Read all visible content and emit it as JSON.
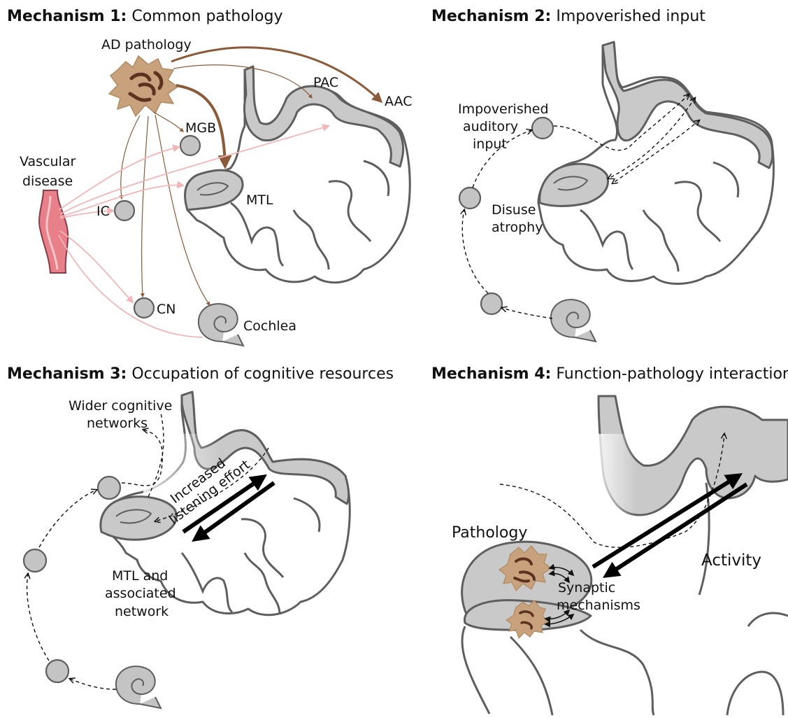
{
  "panels": [
    {
      "title_bold": "Mechanism 1:",
      "title_rest": "Common pathology",
      "labels": {
        "ad_pathology": "AD pathology",
        "pac": "PAC",
        "aac": "AAC",
        "mgb": "MGB",
        "vascular_1": "Vascular",
        "vascular_2": "disease",
        "ic": "IC",
        "mtl": "MTL",
        "cn": "CN",
        "cochlea": "Cochlea"
      }
    },
    {
      "title_bold": "Mechanism 2:",
      "title_rest": "Impoverished input",
      "labels": {
        "impoverished_1": "Impoverished",
        "impoverished_2": "auditory",
        "impoverished_3": "input",
        "disuse_1": "Disuse",
        "disuse_2": "atrophy"
      }
    },
    {
      "title_bold": "Mechanism 3:",
      "title_rest": "Occupation of cognitive resources",
      "labels": {
        "wider_1": "Wider cognitive",
        "wider_2": "networks",
        "effort_1": "Increased",
        "effort_2": "listening effort",
        "mtl_1": "MTL and",
        "mtl_2": "associated",
        "mtl_3": "network"
      }
    },
    {
      "title_bold": "Mechanism 4:",
      "title_rest": "Function-pathology interaction",
      "labels": {
        "pathology": "Pathology",
        "activity": "Activity",
        "synaptic_1": "Synaptic",
        "synaptic_2": "mechanisms"
      }
    }
  ],
  "colors": {
    "cortex_gray": "#c9c9c9",
    "outline": "#5e5e5e",
    "pathology_brown": "#8b5a38",
    "plaque_tan": "#c7a27c",
    "vessel_pink": "#e8808a",
    "vascular_arrow": "#f2b6b6"
  }
}
